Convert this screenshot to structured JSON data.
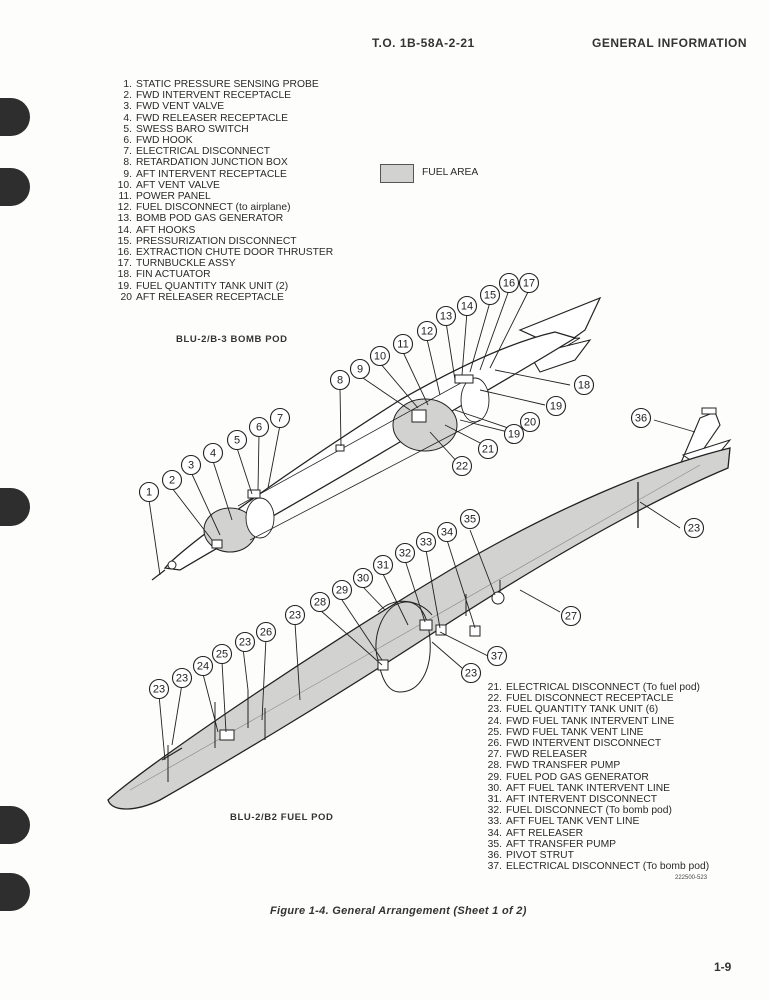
{
  "header": {
    "to_number": "T.O. 1B-58A-2-21",
    "section_title": "GENERAL INFORMATION"
  },
  "legend_top": [
    {
      "num": "1.",
      "text": "STATIC PRESSURE SENSING PROBE"
    },
    {
      "num": "2.",
      "text": "FWD INTERVENT RECEPTACLE"
    },
    {
      "num": "3.",
      "text": "FWD VENT VALVE"
    },
    {
      "num": "4.",
      "text": "FWD RELEASER RECEPTACLE"
    },
    {
      "num": "5.",
      "text": "SWESS BARO SWITCH"
    },
    {
      "num": "6.",
      "text": "FWD HOOK"
    },
    {
      "num": "7.",
      "text": "ELECTRICAL DISCONNECT"
    },
    {
      "num": "8.",
      "text": "RETARDATION JUNCTION BOX"
    },
    {
      "num": "9.",
      "text": "AFT INTERVENT RECEPTACLE"
    },
    {
      "num": "10.",
      "text": "AFT VENT VALVE"
    },
    {
      "num": "11.",
      "text": "POWER PANEL"
    },
    {
      "num": "12.",
      "text": "FUEL DISCONNECT (to airplane)"
    },
    {
      "num": "13.",
      "text": "BOMB POD GAS GENERATOR"
    },
    {
      "num": "14.",
      "text": "AFT HOOKS"
    },
    {
      "num": "15.",
      "text": "PRESSURIZATION DISCONNECT"
    },
    {
      "num": "16.",
      "text": "EXTRACTION CHUTE DOOR THRUSTER"
    },
    {
      "num": "17.",
      "text": "TURNBUCKLE ASSY"
    },
    {
      "num": "18.",
      "text": "FIN ACTUATOR"
    },
    {
      "num": "19.",
      "text": "FUEL QUANTITY TANK UNIT (2)"
    },
    {
      "num": "20",
      "text": "AFT RELEASER RECEPTACLE"
    }
  ],
  "fuel_area_label": "FUEL AREA",
  "bomb_pod_label": "BLU-2/B-3 BOMB POD",
  "fuel_pod_label": "BLU-2/B2 FUEL POD",
  "legend_bottom": [
    {
      "num": "21.",
      "text": "ELECTRICAL DISCONNECT (To fuel pod)"
    },
    {
      "num": "22.",
      "text": "FUEL DISCONNECT RECEPTACLE"
    },
    {
      "num": "23.",
      "text": "FUEL QUANTITY TANK UNIT (6)"
    },
    {
      "num": "24.",
      "text": "FWD FUEL TANK INTERVENT LINE"
    },
    {
      "num": "25.",
      "text": "FWD FUEL TANK VENT LINE"
    },
    {
      "num": "26.",
      "text": "FWD INTERVENT DISCONNECT"
    },
    {
      "num": "27.",
      "text": "FWD RELEASER"
    },
    {
      "num": "28.",
      "text": "FWD TRANSFER PUMP"
    },
    {
      "num": "29.",
      "text": "FUEL POD GAS GENERATOR"
    },
    {
      "num": "30.",
      "text": "AFT FUEL TANK INTERVENT LINE"
    },
    {
      "num": "31.",
      "text": "AFT INTERVENT DISCONNECT"
    },
    {
      "num": "32.",
      "text": "FUEL DISCONNECT (To bomb pod)"
    },
    {
      "num": "33.",
      "text": "AFT FUEL TANK VENT LINE"
    },
    {
      "num": "34.",
      "text": "AFT RELEASER"
    },
    {
      "num": "35.",
      "text": "AFT TRANSFER PUMP"
    },
    {
      "num": "36.",
      "text": "PIVOT STRUT"
    },
    {
      "num": "37.",
      "text": "ELECTRICAL DISCONNECT (To bomb pod)"
    }
  ],
  "drawing_code": "222500-523",
  "figure_caption": "Figure 1-4. General Arrangement (Sheet 1 of 2)",
  "page_number": "1-9",
  "callouts": [
    "1",
    "2",
    "3",
    "4",
    "5",
    "6",
    "7",
    "8",
    "9",
    "10",
    "11",
    "12",
    "13",
    "14",
    "15",
    "16",
    "17",
    "18",
    "19",
    "19",
    "20",
    "21",
    "22",
    "36",
    "23",
    "35",
    "34",
    "33",
    "32",
    "31",
    "30",
    "29",
    "28",
    "23",
    "27",
    "26",
    "23",
    "25",
    "24",
    "23",
    "23",
    "37",
    "23"
  ],
  "colors": {
    "fuel_area": "#d2d2d0",
    "pod_outline": "#222222",
    "binder_hole": "#2e2e2e"
  }
}
